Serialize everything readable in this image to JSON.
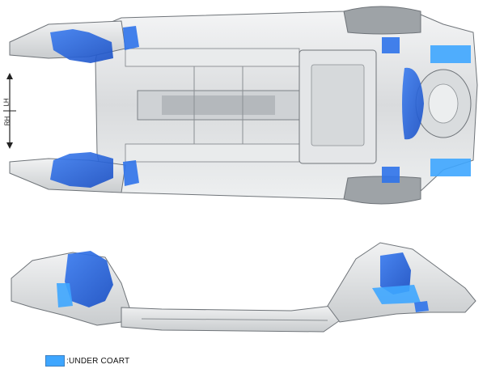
{
  "orientation": {
    "left_label": "LH",
    "right_label": "RH"
  },
  "legend": {
    "label": ":UNDER COART",
    "swatch_color": "#3ea6ff"
  },
  "colors": {
    "body": "#e2e4e6",
    "body_dark": "#a9adb1",
    "outline": "#6f7479",
    "coat": "#1f63e0",
    "coat_light": "#3ea6ff"
  }
}
